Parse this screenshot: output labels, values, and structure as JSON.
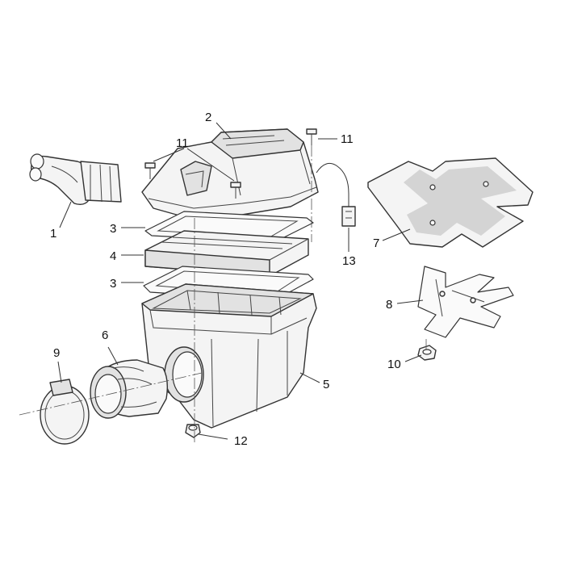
{
  "callouts": {
    "n1": "1",
    "n2": "2",
    "n3a": "3",
    "n3b": "3",
    "n4": "4",
    "n5": "5",
    "n6": "6",
    "n7": "7",
    "n8": "8",
    "n9": "9",
    "n10": "10",
    "n11a": "11",
    "n11b": "11",
    "n12": "12",
    "n13": "13"
  }
}
